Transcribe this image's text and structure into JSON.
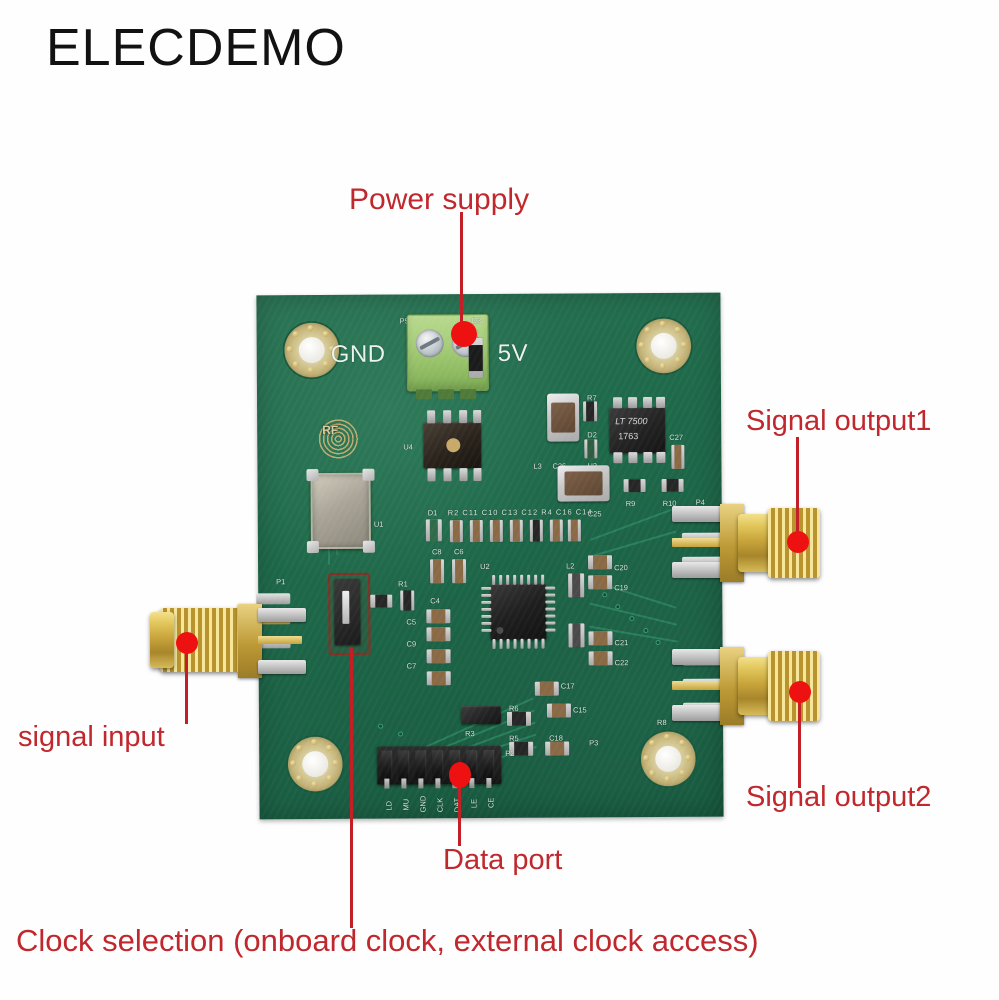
{
  "brand": {
    "title": "ELECDEMO"
  },
  "annotations": {
    "power": {
      "label": "Power supply"
    },
    "output1": {
      "label": "Signal output1"
    },
    "output2": {
      "label": "Signal output2"
    },
    "input": {
      "label": "signal input"
    },
    "data_port": {
      "label": "Data port"
    },
    "clock": {
      "label": "Clock selection (onboard clock, external clock access)"
    }
  },
  "colors": {
    "annotation_text": "#c0282d",
    "leader_line": "#c22026",
    "marker_dot": "#ee1111",
    "pcb_green": "#1f6a4b",
    "gold": "#c9a63c",
    "terminal_green": "#a6cd78"
  },
  "board": {
    "silkscreen": {
      "power_connector_ref": "P5",
      "gnd_label": "GND",
      "v5_label": "5V",
      "diode_d3": "D3",
      "diode_d3_plus": "+",
      "rf_logo": "RF",
      "regulator_line1": "LT 7500",
      "regulator_line2": "1763",
      "u4": "U4",
      "u3": "U3",
      "u2": "U2",
      "u1": "U1",
      "d2": "D2",
      "d1": "D1",
      "r7": "R7",
      "r9": "R9",
      "r10": "R10",
      "r1": "R1",
      "r3": "R3",
      "r5": "R5",
      "r6": "R6",
      "r8": "R8",
      "l3": "L3",
      "l2": "L2",
      "c4": "C4",
      "c5": "C5",
      "c6": "C6",
      "c7": "C7",
      "c8": "C8",
      "c9": "C9",
      "c15": "C15",
      "c17": "C17",
      "c18": "C18",
      "c19": "C19",
      "c20": "C20",
      "c21": "C21",
      "c22": "C22",
      "c25": "C25",
      "c26": "C26",
      "c27": "C27",
      "passive_row": "R2 C11 C10 C13 C12 R4 C16 C14",
      "connector_p1": "P1",
      "connector_p2": "P2",
      "connector_p3": "P3",
      "connector_p4": "P4"
    },
    "data_port_pins": [
      "LD",
      "MU",
      "GND",
      "CLK",
      "DAT",
      "LE",
      "CE"
    ]
  }
}
